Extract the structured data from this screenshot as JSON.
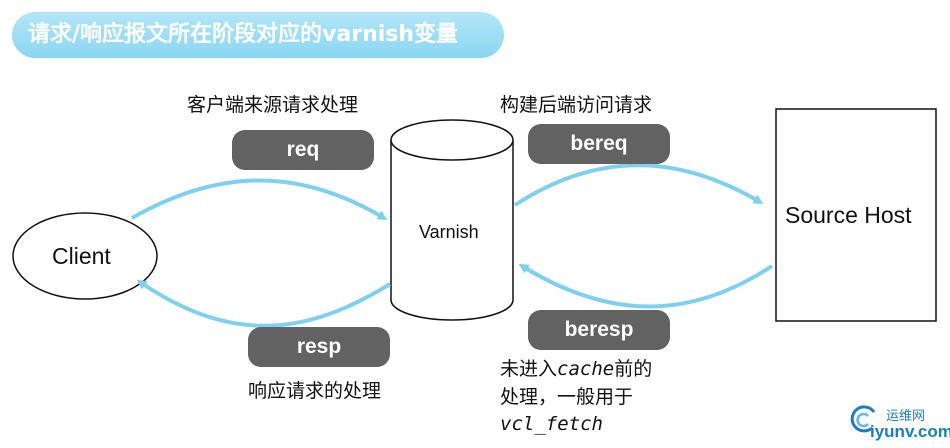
{
  "title": "请求/响应报文所在阶段对应的varnish变量",
  "captions": {
    "client_request": "客户端来源请求处理",
    "backend_request": "构建后端访问请求",
    "response": "响应请求的处理"
  },
  "note": {
    "line1_prefix": "未进入",
    "line1_code": "cache",
    "line1_suffix": "前的",
    "line2": "处理，一般用于",
    "line3_code": "vcl_fetch"
  },
  "pills": {
    "req": "req",
    "bereq": "bereq",
    "resp": "resp",
    "beresp": "beresp"
  },
  "nodes": {
    "client": "Client",
    "varnish": "Varnish",
    "source": "Source Host"
  },
  "watermark": {
    "cn": "运维网",
    "en": "iyunv.com"
  },
  "colors": {
    "banner": "#9ddcf4",
    "arrow": "#7fd0f0",
    "pill": "#626262"
  }
}
